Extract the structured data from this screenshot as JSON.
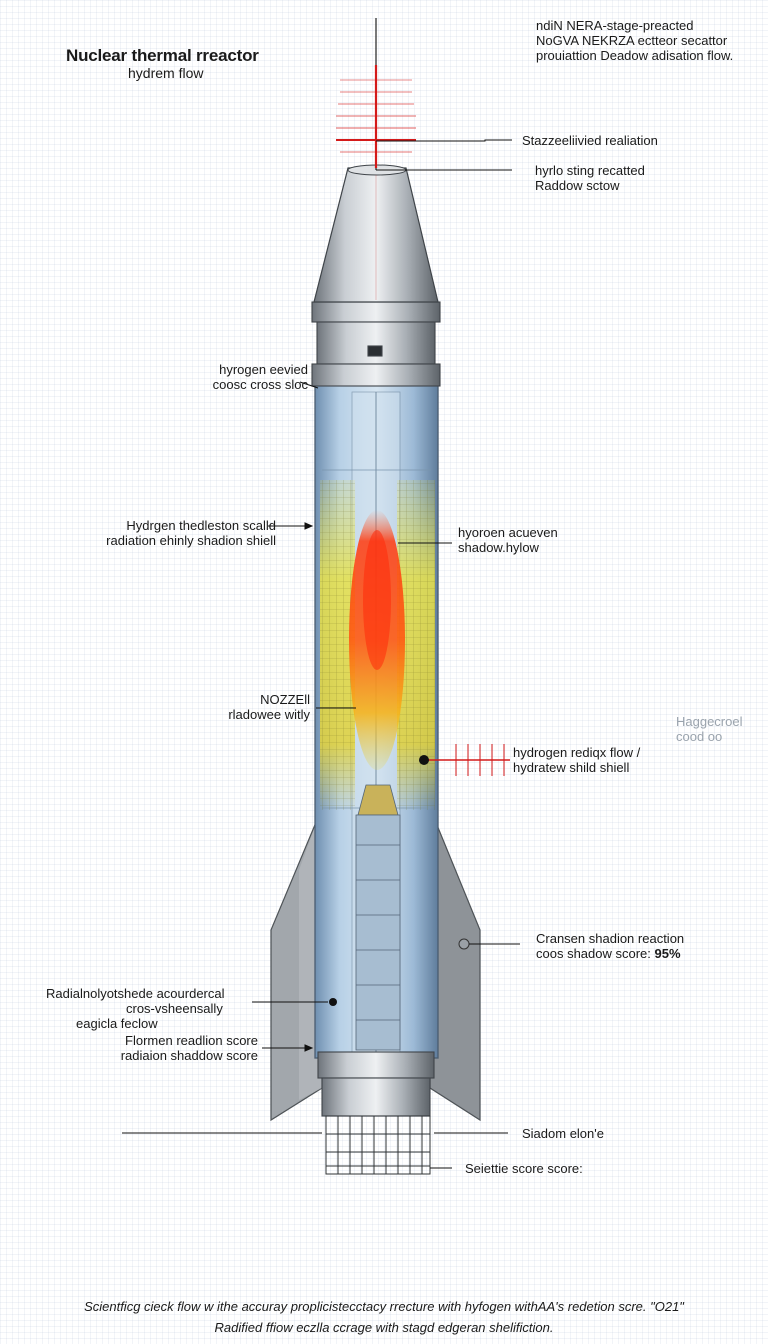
{
  "title": {
    "line1": "Nuclear thermal rreactor",
    "line2": "hydrem flow"
  },
  "header_note": {
    "line1": "ndiN NERA-stage-preacted",
    "line2": "NoGVA NEKRZA ectteor secattor",
    "line3": "prouiattion Deadow adisation flow."
  },
  "labels": {
    "staged_radiation": "Stazzeeliivied realiation",
    "hydro_string": {
      "line1": "hyrlo sting recatted",
      "line2": "Raddow sctow"
    },
    "hydrogen_cross": {
      "line1": "hyrogen eevied",
      "line2": "coosc cross sloc"
    },
    "hydrogen_shield": {
      "line1": "Hydrgen thedleston scalld",
      "line2": "radiation ehinly shadion shiell"
    },
    "hydrogen_shadow": {
      "line1": "hyoroen acueven",
      "line2": "shadow.hylow"
    },
    "nozzle": {
      "line1": "NOZZEll",
      "line2": "rladowee witly"
    },
    "faint_side": {
      "line1": "Haggecroel",
      "line2": "cood oo"
    },
    "hydrogen_redion": {
      "line1": "hydrogen rediqx flow /",
      "line2": "hydratew shild shiell"
    },
    "cransen_shadion": {
      "line1": "Cransen shadion reaction",
      "line2": "coos shadow score:",
      "value": "95%"
    },
    "radial_shade": {
      "line1": "Radialnolyotshede acourdercal",
      "line2": "cros-vsheensally",
      "line3": "eagicla feclow"
    },
    "flormen": {
      "line1": "Flormen readlion score",
      "line2": "radiaion shaddow score"
    },
    "siadom": "Siadom elon'e",
    "seiettie": "Seiettie score score:"
  },
  "caption": {
    "line1": "Scientficg cieck flow w ithe accuray proplicistecctacy rrecture with hyfogen withAA's redetion scre. \"O21\"",
    "line2": "Radified ffiow eczlla ccrage with stagd edgeran shelifiction."
  },
  "colors": {
    "steel": "#8f959c",
    "glass": "#a9c6e0",
    "core": "#ff3b10",
    "mesh": "#e8e24a",
    "marker": "#d41a1a"
  }
}
